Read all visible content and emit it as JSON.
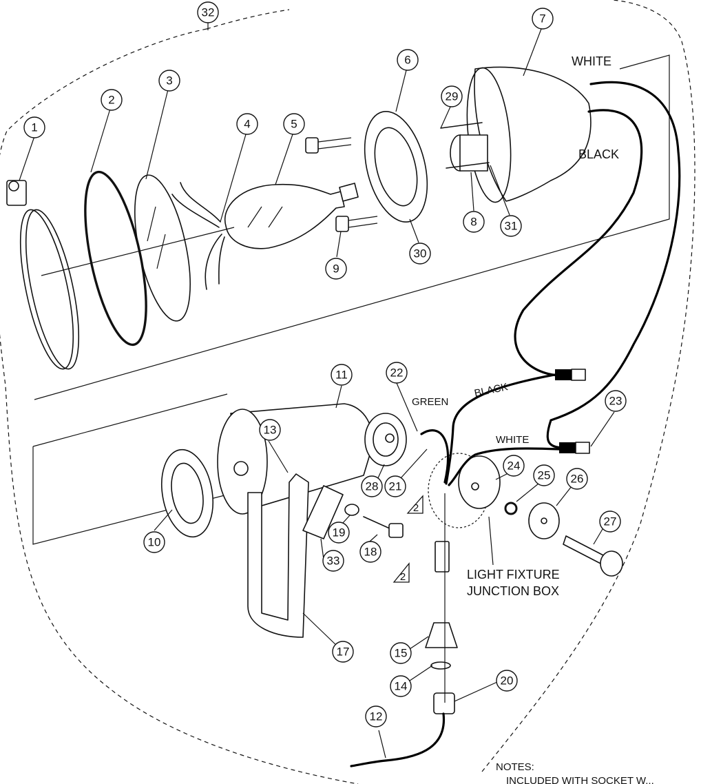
{
  "callouts": [
    "1",
    "2",
    "3",
    "4",
    "5",
    "6",
    "7",
    "8",
    "9",
    "10",
    "11",
    "12",
    "13",
    "14",
    "15",
    "17",
    "18",
    "19",
    "20",
    "21",
    "22",
    "23",
    "24",
    "25",
    "26",
    "27",
    "28",
    "29",
    "30",
    "31",
    "32",
    "33"
  ],
  "labels": {
    "white_top": "WHITE",
    "black_top": "BLACK",
    "black_mid": "BLACK",
    "green": "GREEN",
    "white_mid": "WHITE",
    "junction_line1": "LIGHT FIXTURE",
    "junction_line2": "JUNCTION BOX",
    "notes": "NOTES:",
    "notes_item": "INCLUDED WITH SOCKET W..."
  },
  "note_marker": "2"
}
